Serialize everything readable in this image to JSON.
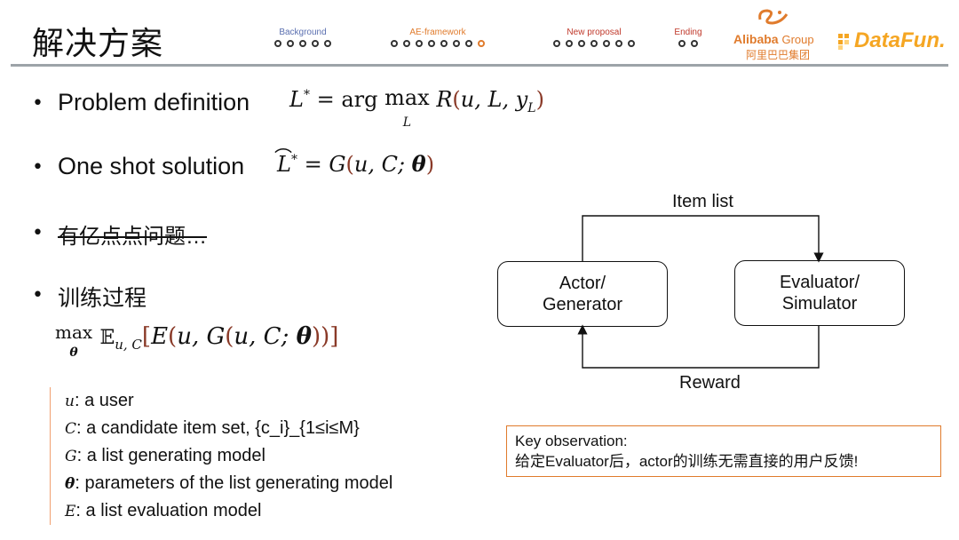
{
  "header": {
    "title": "解决方案",
    "nav": [
      {
        "label": "Background",
        "dots": 5,
        "active_index": -1
      },
      {
        "label": "AE-framework",
        "dots": 8,
        "active_index": 7
      },
      {
        "label": "New proposal",
        "dots": 7,
        "active_index": -1
      },
      {
        "label": "Ending",
        "dots": 2,
        "active_index": -1
      }
    ],
    "alibaba": {
      "name": "Alibaba",
      "group": "Group",
      "cn": "阿里巴巴集团",
      "color": "#e07b2c"
    },
    "datafun": {
      "text": "DataFun.",
      "color": "#f5a623"
    }
  },
  "bullets": {
    "b1": "Problem definition",
    "b2": "One shot solution",
    "b3": "有亿点点问题…",
    "b4": "训练过程"
  },
  "formulas": {
    "f1": "L* = arg max_L R(u, L, y_L)",
    "f2": "L̂* = G(u, C; θ)",
    "f3": "max_θ E_{u,C}[E(u, G(u, C; θ))]"
  },
  "definitions": [
    {
      "sym": "u",
      "text": ": a user"
    },
    {
      "sym": "C",
      "text": ": a candidate item set, {c_i}_{1≤i≤M}"
    },
    {
      "sym": "G",
      "text": ": a list generating model"
    },
    {
      "sym": "θ",
      "text": ": parameters of the list generating model"
    },
    {
      "sym": "E",
      "text": ": a list evaluation model"
    }
  ],
  "diagram": {
    "actor": "Actor/\nGenerator",
    "evaluator": "Evaluator/\nSimulator",
    "top_label": "Item list",
    "bottom_label": "Reward"
  },
  "key_observation": {
    "title": "Key observation:",
    "text": "给定Evaluator后，actor的训练无需直接的用户反馈!"
  }
}
